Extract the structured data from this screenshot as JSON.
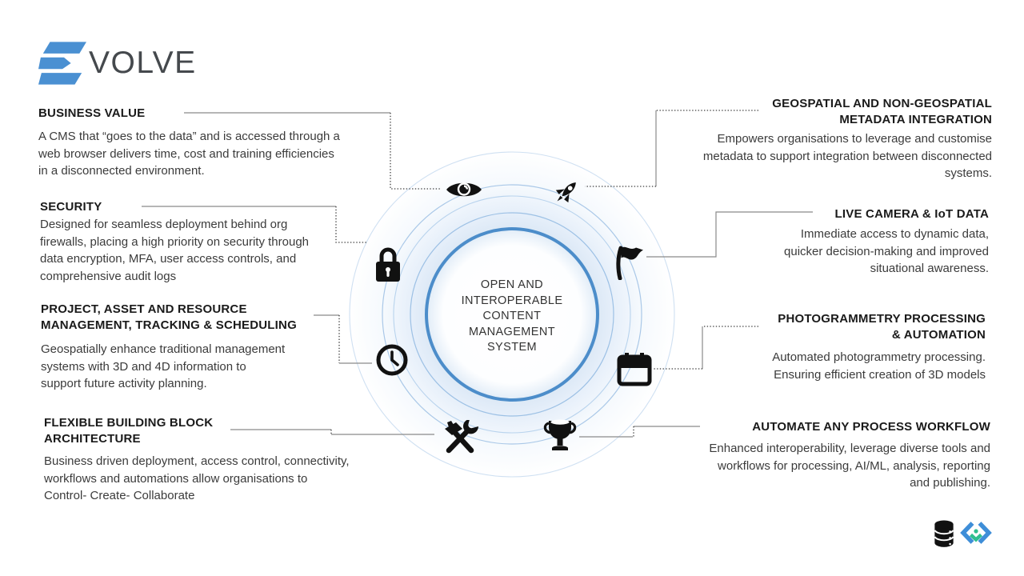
{
  "brand": {
    "logo_text": "VOLVE",
    "logo_mark": "evolve-e-mark"
  },
  "center_circle": {
    "text": "OPEN AND\nINTEROPERABLE\nCONTENT\nMANAGEMENT\nSYSTEM"
  },
  "colors": {
    "accent_blue": "#4c8dca",
    "ring_light_blue": "#a6c7e8",
    "icon_black": "#111111",
    "heading_text": "#1a1a1a",
    "body_text": "#3b3b3b",
    "brand_blue": "#4a90d2",
    "logo_mark_green": "#2fbf8f",
    "connector_gray": "#8a8a8a"
  },
  "callouts_left": [
    {
      "title": "BUSINESS VALUE",
      "body": "A CMS that “goes to the data” and is accessed through a\nweb browser delivers time, cost and training efficiencies\nin a disconnected environment.",
      "icon": "eye-icon"
    },
    {
      "title": "SECURITY",
      "body": "Designed for seamless deployment behind org\nfirewalls, placing a high priority on security through\ndata encryption, MFA, user access controls, and\ncomprehensive audit logs",
      "icon": "lock-icon"
    },
    {
      "title": "PROJECT, ASSET AND RESOURCE\nMANAGEMENT, TRACKING &  SCHEDULING",
      "body": "Geospatially enhance traditional management\nsystems with 3D and 4D information to\nsupport future activity planning.",
      "icon": "clock-icon"
    },
    {
      "title": "FLEXIBLE BUILDING BLOCK\nARCHITECTURE",
      "body": "Business driven deployment, access control, connectivity,\nworkflows and automations allow organisations to\nControl- Create- Collaborate",
      "icon": "tools-icon"
    }
  ],
  "callouts_right": [
    {
      "title": "GEOSPATIAL AND NON-GEOSPATIAL\nMETADATA INTEGRATION",
      "body": "Empowers organisations to leverage and customise\nmetadata to support integration between disconnected\nsystems.",
      "icon": "rocket-icon"
    },
    {
      "title": "LIVE CAMERA & IoT DATA",
      "body": "Immediate access to dynamic data,\nquicker decision-making and improved\nsituational awareness.",
      "icon": "flag-icon"
    },
    {
      "title": "PHOTOGRAMMETRY PROCESSING\n& AUTOMATION",
      "body": "Automated photogrammetry processing.\nEnsuring efficient creation of 3D models",
      "icon": "calendar-icon"
    },
    {
      "title": "AUTOMATE ANY PROCESS WORKFLOW",
      "body": "Enhanced interoperability, leverage diverse tools and\nworkflows for processing, AI/ML, analysis, reporting\nand publishing.",
      "icon": "trophy-icon"
    }
  ],
  "footer_icons": [
    "database-icon",
    "company-logo-mark-icon"
  ]
}
